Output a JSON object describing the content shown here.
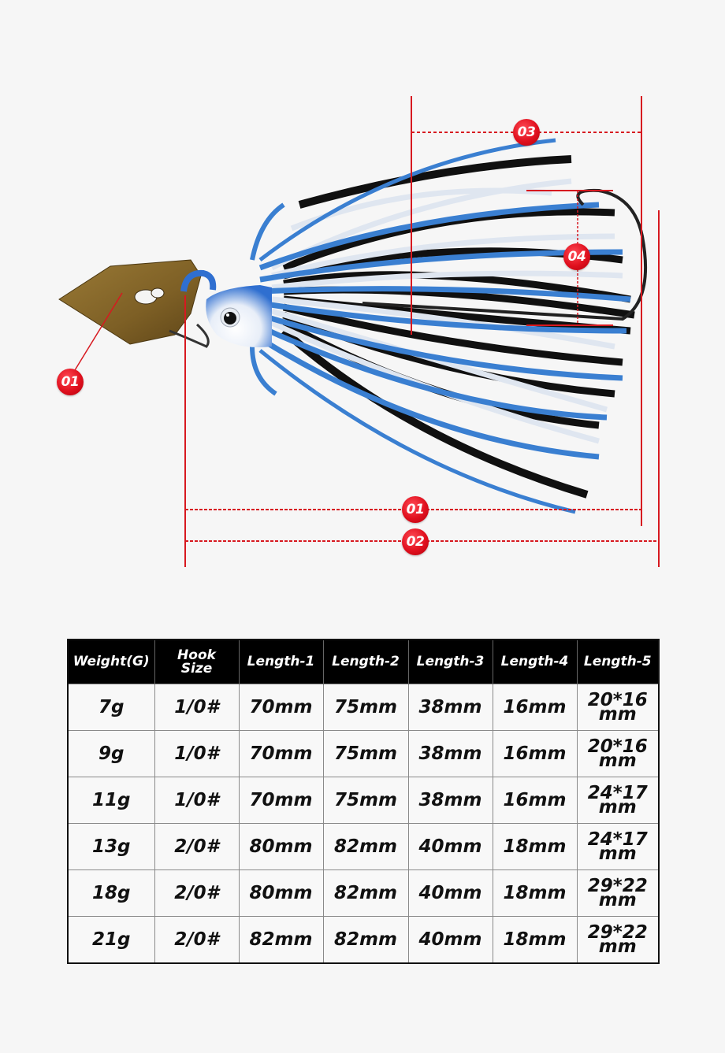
{
  "figure": {
    "subject": "chatterbait-lure-diagram",
    "colors": {
      "accent_red": "#d71920",
      "blade": "#8a6a2c",
      "skirt_blue": "#3a7fd1",
      "skirt_white": "#dfe6f0",
      "skirt_black": "#111111"
    },
    "markers": [
      {
        "id": "blade",
        "label": "01"
      },
      {
        "id": "length-1",
        "label": "01"
      },
      {
        "id": "length-2",
        "label": "02"
      },
      {
        "id": "length-3",
        "label": "03"
      },
      {
        "id": "length-4",
        "label": "04"
      }
    ]
  },
  "table": {
    "headers": [
      "Weight(G)",
      "Hook Size",
      "Length-1",
      "Length-2",
      "Length-3",
      "Length-4",
      "Length-5"
    ],
    "hook_size_lines": [
      "Hook",
      "Size"
    ],
    "rows": [
      {
        "weight": "7g",
        "hook": "1/0#",
        "l1": "70mm",
        "l2": "75mm",
        "l3": "38mm",
        "l4": "16mm",
        "l5_top": "20*16",
        "l5_bot": "mm"
      },
      {
        "weight": "9g",
        "hook": "1/0#",
        "l1": "70mm",
        "l2": "75mm",
        "l3": "38mm",
        "l4": "16mm",
        "l5_top": "20*16",
        "l5_bot": "mm"
      },
      {
        "weight": "11g",
        "hook": "1/0#",
        "l1": "70mm",
        "l2": "75mm",
        "l3": "38mm",
        "l4": "16mm",
        "l5_top": "24*17",
        "l5_bot": "mm"
      },
      {
        "weight": "13g",
        "hook": "2/0#",
        "l1": "80mm",
        "l2": "82mm",
        "l3": "40mm",
        "l4": "18mm",
        "l5_top": "24*17",
        "l5_bot": "mm"
      },
      {
        "weight": "18g",
        "hook": "2/0#",
        "l1": "80mm",
        "l2": "82mm",
        "l3": "40mm",
        "l4": "18mm",
        "l5_top": "29*22",
        "l5_bot": "mm"
      },
      {
        "weight": "21g",
        "hook": "2/0#",
        "l1": "82mm",
        "l2": "82mm",
        "l3": "40mm",
        "l4": "18mm",
        "l5_top": "29*22",
        "l5_bot": "mm"
      }
    ]
  }
}
